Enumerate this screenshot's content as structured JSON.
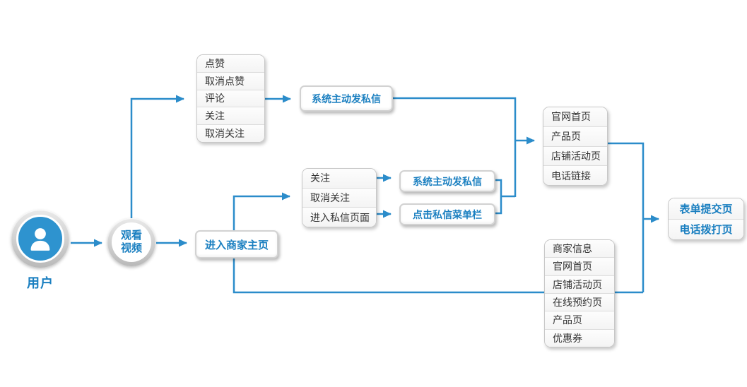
{
  "diagram": {
    "title": "douyin-user-flow",
    "colors": {
      "accent_blue": "#2b8cca",
      "label_blue": "#1a7fc0",
      "row_text": "#333333",
      "node_fill": "#2e93cf"
    },
    "user": {
      "label": "用户"
    },
    "watch_video": {
      "lines": [
        "观看",
        "视频"
      ]
    },
    "enter_merchant_home": {
      "label": "进入商家主页"
    },
    "video_interactions": {
      "items": [
        "点赞",
        "取消点赞",
        "评论",
        "关注",
        "取消关注"
      ]
    },
    "system_dm_top": {
      "label": "系统主动发私信"
    },
    "merchant_home_actions": {
      "items": [
        "关注",
        "取消关注",
        "进入私信页面"
      ]
    },
    "system_dm_mid": {
      "label": "系统主动发私信"
    },
    "click_dm_menu": {
      "label": "点击私信菜单栏"
    },
    "homepage_links": {
      "items": [
        "官网首页",
        "产品页",
        "店铺活动页",
        "电话链接"
      ]
    },
    "merchant_info_sections": {
      "items": [
        "商家信息",
        "官网首页",
        "店铺活动页",
        "在线预约页",
        "产品页",
        "优惠券"
      ]
    },
    "conversion_pages": {
      "items": [
        "表单提交页",
        "电话拨打页"
      ]
    }
  }
}
